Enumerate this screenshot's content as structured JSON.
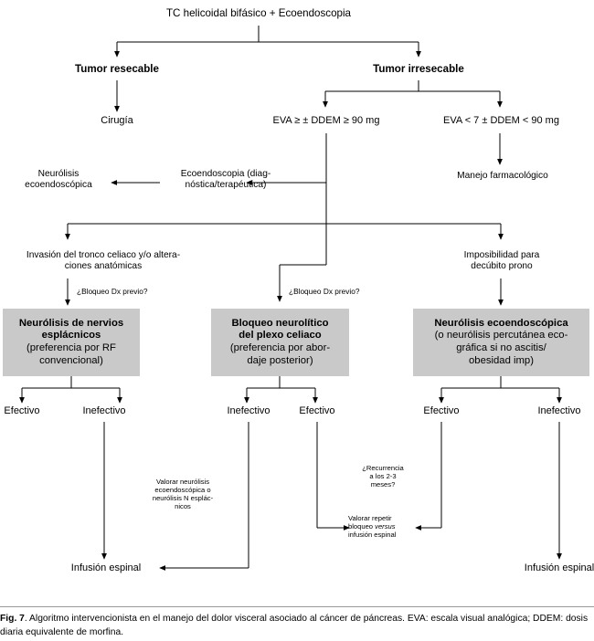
{
  "figure": {
    "number_label": "Fig. 7",
    "caption": ". Algoritmo intervencionista en el manejo del dolor visceral asociado al cáncer de páncreas. EVA: escala visual analógica; DDEM: dosis diaria equivalente de morfina."
  },
  "colors": {
    "box_fill": "#c9c9c9",
    "line": "#000000",
    "background": "#ffffff",
    "rule": "#999999"
  },
  "nodes": {
    "root": "TC helicoidal bifásico + Ecoendoscopia",
    "tumor_resecable": "Tumor resecable",
    "tumor_irresecable": "Tumor irresecable",
    "cirugia": "Cirugía",
    "eva_alta": "EVA ≥ ± DDEM ≥ 90 mg",
    "eva_baja": "EVA < 7 ± DDEM < 90 mg",
    "neurolisis_eco": "Neurólisis\necoendoscópica",
    "ecoendoscopia_diag": "Ecoendoscopia (diag-\nnóstica/terapéutica)",
    "manejo_farmacologico": "Manejo farmacológico",
    "invasion_tronco": "Invasión del tronco celiaco y/o altera-\nciones anatómicas",
    "imposibilidad_prono": "Imposibilidad para\ndecúbito prono",
    "bloqueo_dx_previo_1": "¿Bloqueo Dx previo?",
    "bloqueo_dx_previo_2": "¿Bloqueo Dx previo?"
  },
  "boxes": [
    {
      "id": "neurolisis-nervios-esplacnicos",
      "headline": "Neurólisis de nervios\nesplácnicos",
      "subline": "(preferencia por RF\nconvencional)"
    },
    {
      "id": "bloqueo-neurolitico-plexo-celiaco",
      "headline": "Bloqueo neurolítico\ndel plexo celiaco",
      "subline": "(preferencia por abor-\ndaje posterior)"
    },
    {
      "id": "neurolisis-ecoendoscopica",
      "headline": "Neurólisis ecoendoscópica",
      "subline": "(o neurólisis percutánea eco-\ngráfica si no ascitis/\nobesidad imp)"
    }
  ],
  "outcomes": {
    "o1": "Efectivo",
    "o2": "Inefectivo",
    "o3": "Inefectivo",
    "o4": "Efectivo",
    "o5": "Efectivo",
    "o6": "Inefectivo"
  },
  "notes": {
    "valorar_neurolisis": "Valorar neurólisis\necoendoscópica o\nneurólisis N esplác-\nnicos",
    "recurrencia": "¿Recurrencia\na los 2-3\nmeses?",
    "valorar_repetir_1": "Valorar repetir",
    "valorar_repetir_2a": "bloqueo ",
    "valorar_repetir_2b": "versus",
    "valorar_repetir_3": "infusión espinal"
  },
  "terminals": {
    "infusion_left": "Infusión espinal",
    "infusion_right": "Infusión espinal"
  }
}
